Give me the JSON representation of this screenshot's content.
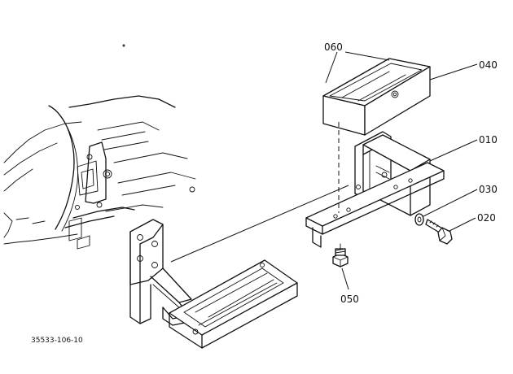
{
  "parts": [
    {
      "id": "p010",
      "label": "010"
    },
    {
      "id": "p020",
      "label": "020"
    },
    {
      "id": "p030",
      "label": "030"
    },
    {
      "id": "p040",
      "label": "040"
    },
    {
      "id": "p050",
      "label": "050"
    },
    {
      "id": "p060",
      "label": "060"
    }
  ],
  "drawing_number": "35533-106-10"
}
